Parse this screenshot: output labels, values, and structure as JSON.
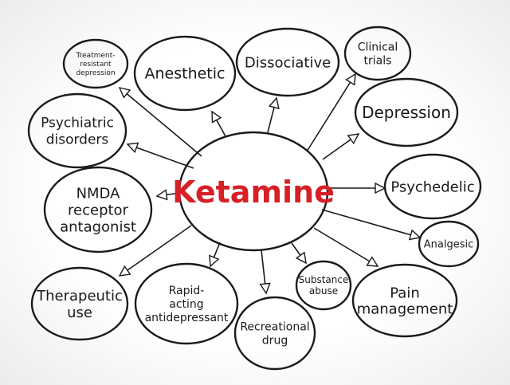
{
  "center": {
    "label": "Ketamine",
    "color": "#d71f26"
  },
  "nodes": [
    {
      "id": "treatment-resistant-depression",
      "lines": [
        "Treatment-",
        "resistant",
        "depression"
      ]
    },
    {
      "id": "anesthetic",
      "lines": [
        "Anesthetic"
      ]
    },
    {
      "id": "dissociative",
      "lines": [
        "Dissociative"
      ]
    },
    {
      "id": "clinical-trials",
      "lines": [
        "Clinical",
        "trials"
      ]
    },
    {
      "id": "depression",
      "lines": [
        "Depression"
      ]
    },
    {
      "id": "psychiatric-disorders",
      "lines": [
        "Psychiatric",
        "disorders"
      ]
    },
    {
      "id": "psychedelic",
      "lines": [
        "Psychedelic"
      ]
    },
    {
      "id": "nmda-receptor-antagonist",
      "lines": [
        "NMDA",
        "receptor",
        "antagonist"
      ]
    },
    {
      "id": "analgesic",
      "lines": [
        "Analgesic"
      ]
    },
    {
      "id": "therapeutic-use",
      "lines": [
        "Therapeutic",
        "use"
      ]
    },
    {
      "id": "rapid-acting-antidepressant",
      "lines": [
        "Rapid-",
        "acting",
        "antidepressant"
      ]
    },
    {
      "id": "substance-abuse",
      "lines": [
        "Substance",
        "abuse"
      ]
    },
    {
      "id": "pain-management",
      "lines": [
        "Pain",
        "management"
      ]
    },
    {
      "id": "recreational-drug",
      "lines": [
        "Recreational",
        "drug"
      ]
    }
  ]
}
